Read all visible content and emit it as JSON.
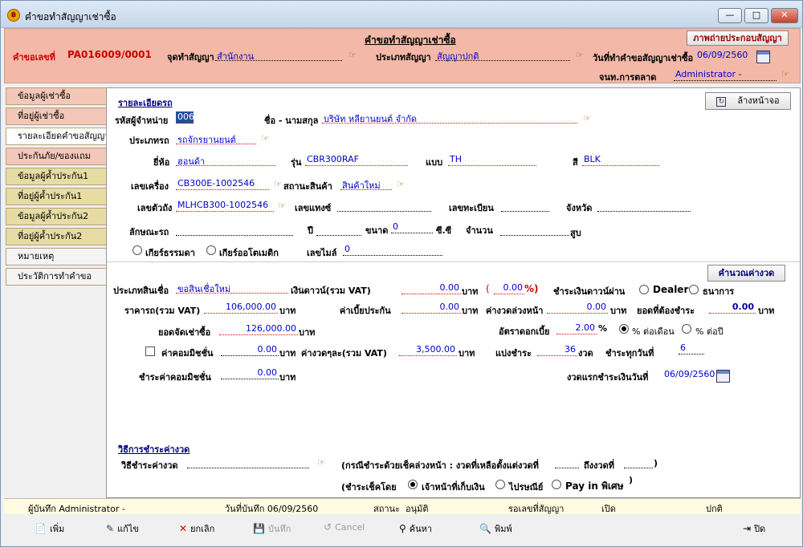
{
  "window": {
    "title": "คำขอทำสัญญาเช่าซื้อ",
    "minimize": "—",
    "maximize": "□",
    "close": "✕"
  },
  "header": {
    "title": "คำขอทำสัญญาเช่าซื้อ",
    "photo_button": "ภาพถ่ายประกอบสัญญา",
    "request_no_label": "คำขอเลขที่",
    "request_no": "PA016009/0001",
    "contract_point_label": "จุดทำสัญญา",
    "contract_point": "สำนักงาน",
    "contract_type_label": "ประเภทสัญญา",
    "contract_type": "สัญญาปกติ",
    "request_date_label": "วันที่ทำคำขอสัญญาเช่าซื้อ",
    "request_date": "06/09/2560",
    "marketing_label": "จนท.การตลาด",
    "marketing": "Administrator -"
  },
  "sidebar": {
    "items": [
      {
        "label": "ข้อมูลผู้เช่าซื้อ"
      },
      {
        "label": "ที่อยู่ผู้เช่าซื้อ"
      },
      {
        "label": "รายละเอียดคำขอสัญญา"
      },
      {
        "label": "ประกันภัย/ของแถม"
      },
      {
        "label": "ข้อมูลผู้ค้ำประกัน1"
      },
      {
        "label": "ที่อยู่ผู้ค้ำประกัน1"
      },
      {
        "label": "ข้อมูลผู้ค้ำประกัน2"
      },
      {
        "label": "ที่อยู่ผู้ค้ำประกัน2"
      },
      {
        "label": "หมายเหตุ"
      },
      {
        "label": "ประวัติการทำคำขอ"
      }
    ]
  },
  "car": {
    "section_title": "รายละเอียดรถ",
    "clear_button": "ล้างหน้าจอ",
    "dealer_code_label": "รหัสผู้จำหน่าย",
    "dealer_code": "006",
    "dealer_name_label": "ชื่อ - นามสกุล",
    "dealer_name": "บริษัท หลียานยนต์ จำกัด",
    "car_type_label": "ประเภทรถ",
    "car_type": "รถจักรยานยนต์",
    "brand_label": "ยี่ห้อ",
    "brand": "ฮอนด้า",
    "model_label": "รุ่น",
    "model": "CBR300RAF",
    "style_label": "แบบ",
    "style": "TH",
    "color_label": "สี",
    "color": "BLK",
    "engine_no_label": "เลขเครื่อง",
    "engine_no": "CB300E-1002546",
    "condition_label": "สถานะสินค้า",
    "condition": "สินค้าใหม่",
    "chassis_no_label": "เลขตัวถัง",
    "chassis_no": "MLHCB300-1002546",
    "tank_no_label": "เลขแทงซ์",
    "reg_no_label": "เลขทะเบียน",
    "province_label": "จังหวัด",
    "body_label": "ลักษณะรถ",
    "year_label": "ปี",
    "size_label": "ขนาด",
    "size": "0",
    "cc_label": "ซี.ซี",
    "count_label": "จำนวน",
    "cyl_label": "สูบ",
    "gear_manual": "เกียร์ธรรมดา",
    "gear_auto": "เกียร์ออโตเมติก",
    "mileage_label": "เลขไมล์",
    "mileage": "0"
  },
  "finance": {
    "calc_button": "คำนวณค่างวด",
    "loan_type_label": "ประเภทสินเชื่อ",
    "loan_type": "ขอสินเชื่อใหม่",
    "down_label": "เงินดาวน์(รวม VAT)",
    "down": "0.00",
    "baht": "บาท",
    "down_pct_open": "(",
    "down_pct": "0.00",
    "down_pct_close": "%)",
    "pay_down_via": "ชำระเงินดาวน์ผ่าน",
    "dealer_opt": "Dealer",
    "company_opt": "ธนาการ",
    "price_label": "ราคารถ(รวม VAT)",
    "price": "106,000.00",
    "insurance_label": "ค่าเบี้ยประกัน",
    "insurance": "0.00",
    "advance_label": "ค่างวดล่วงหน้า",
    "advance": "0.00",
    "due_label": "ยอดที่ต้องชำระ",
    "due": "0.00",
    "finance_amount_label": "ยอดจัดเช่าซื้อ",
    "finance_amount": "126,000.00",
    "interest_label": "อัตราดอกเบี้ย",
    "interest": "2.00",
    "pct": "%",
    "per_month": "% ต่อเดือน",
    "per_year": "% ต่อปี",
    "commission_label": "ค่าคอมมิชชั่น",
    "commission": "0.00",
    "installment_label": "ค่างวดๆละ(รวม VAT)",
    "installment": "3,500.00",
    "terms_label": "แบ่งชำระ",
    "terms": "36",
    "terms_unit": "งวด",
    "pay_day_label": "ชำระทุกวันที่",
    "pay_day": "6",
    "pay_commission_label": "ชำระค่าคอมมิชชั่น",
    "pay_commission": "0.00",
    "first_due_label": "งวดแรกชำระเงินวันที่",
    "first_due": "06/09/2560"
  },
  "payment": {
    "section_title": "วิธีการชำระค่างวด",
    "method_label": "วิธีชำระค่างวด",
    "cheque_note": "(กรณีชำระด้วยเช็คล่วงหน้า : งวดที่เหลือตั้งแต่งวดที่",
    "to_label": "ถึงงวดที่",
    "close_paren": ")",
    "pay_by_label": "(ชำระเช็คโดย",
    "opt_officer": "เจ้าหน้าที่เก็บเงิน",
    "opt_post": "ไปรษณีย์",
    "opt_payin": "Pay in พิเศษ",
    "end_paren": ")"
  },
  "status": {
    "recorder": "ผู้บันทึก Administrator -",
    "record_date": "วันที่บันทึก 06/09/2560",
    "state_label": "สถานะ",
    "state": "อนุมัติ",
    "wait_label": "รอเลขที่สัญญา",
    "open": "เปิด",
    "normal": "ปกติ"
  },
  "toolbar": {
    "add": "เพิ่ม",
    "edit": "แก้ไข",
    "cancel_doc": "ยกเลิก",
    "save": "บันทึก",
    "cancel": "Cancel",
    "search": "ค้นหา",
    "print": "พิมพ์",
    "exit": "ปิด"
  },
  "colors": {
    "header_bg": "#f3b8a7",
    "value_blue": "#0000cc",
    "value_red": "#cc0000"
  }
}
